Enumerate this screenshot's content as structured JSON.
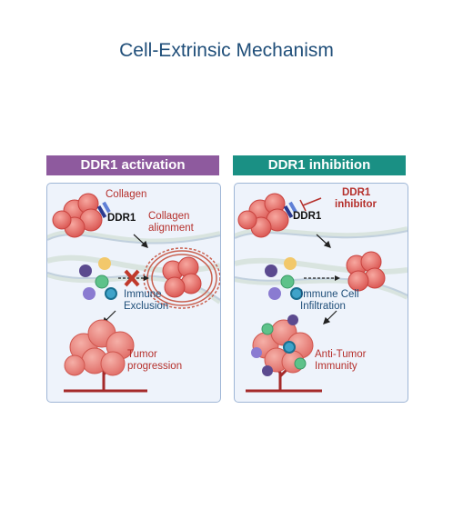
{
  "title": "Cell-Extrinsic Mechanism",
  "colors": {
    "activation": "#8e5a9e",
    "inhibition": "#1a9084",
    "title": "#1f4e79",
    "label_red": "#b5302c"
  },
  "left_panel": {
    "header": "DDR1 activation",
    "collagen": "Collagen",
    "ddr1": "DDR1",
    "collagen_alignment_1": "Collagen",
    "collagen_alignment_2": "alignment",
    "immune_exclusion_1": "Immune",
    "immune_exclusion_2": "Exclusion",
    "tumor_progression_1": "Tumor",
    "tumor_progression_2": "progression"
  },
  "right_panel": {
    "header": "DDR1 inhibition",
    "ddr1": "DDR1",
    "inhibitor_1": "DDR1",
    "inhibitor_2": "inhibitor",
    "infiltration_1": "Immune Cell",
    "infiltration_2": "Infiltration",
    "anti_tumor_1": "Anti-Tumor",
    "anti_tumor_2": "Immunity"
  }
}
